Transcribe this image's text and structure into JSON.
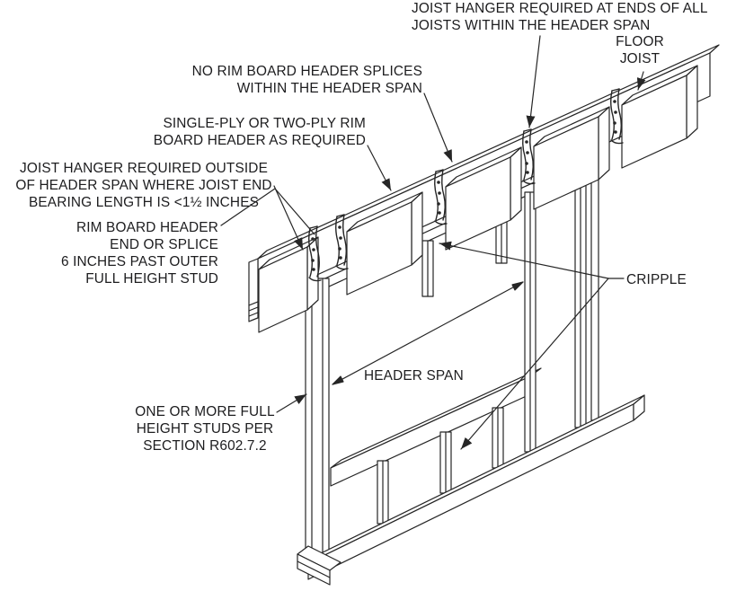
{
  "figure": {
    "kind": "construction-framing-detail",
    "subject": "Rim board header with floor joists, joist hangers, studs and cripples"
  },
  "labels": {
    "joist_hanger_ends": "JOIST HANGER REQUIRED AT ENDS OF ALL\nJOISTS WITHIN THE HEADER SPAN",
    "floor_joist": "FLOOR\nJOIST",
    "no_splices": "NO RIM BOARD HEADER SPLICES\nWITHIN THE HEADER SPAN",
    "single_ply": "SINGLE-PLY OR TWO-PLY RIM\nBOARD HEADER AS REQUIRED",
    "hanger_outside": "JOIST HANGER REQUIRED OUTSIDE\nOF HEADER SPAN WHERE JOIST END\nBEARING LENGTH IS <1½ INCHES",
    "rim_end": "RIM BOARD HEADER\nEND OR SPLICE\n6 INCHES PAST OUTER\nFULL HEIGHT STUD",
    "cripple": "CRIPPLE",
    "header_span": "HEADER SPAN",
    "full_height_studs": "ONE OR MORE FULL\nHEIGHT STUDS PER\nSECTION R602.7.2"
  },
  "colors": {
    "line": "#262626",
    "text": "#1d1d1f",
    "background": "#ffffff"
  }
}
